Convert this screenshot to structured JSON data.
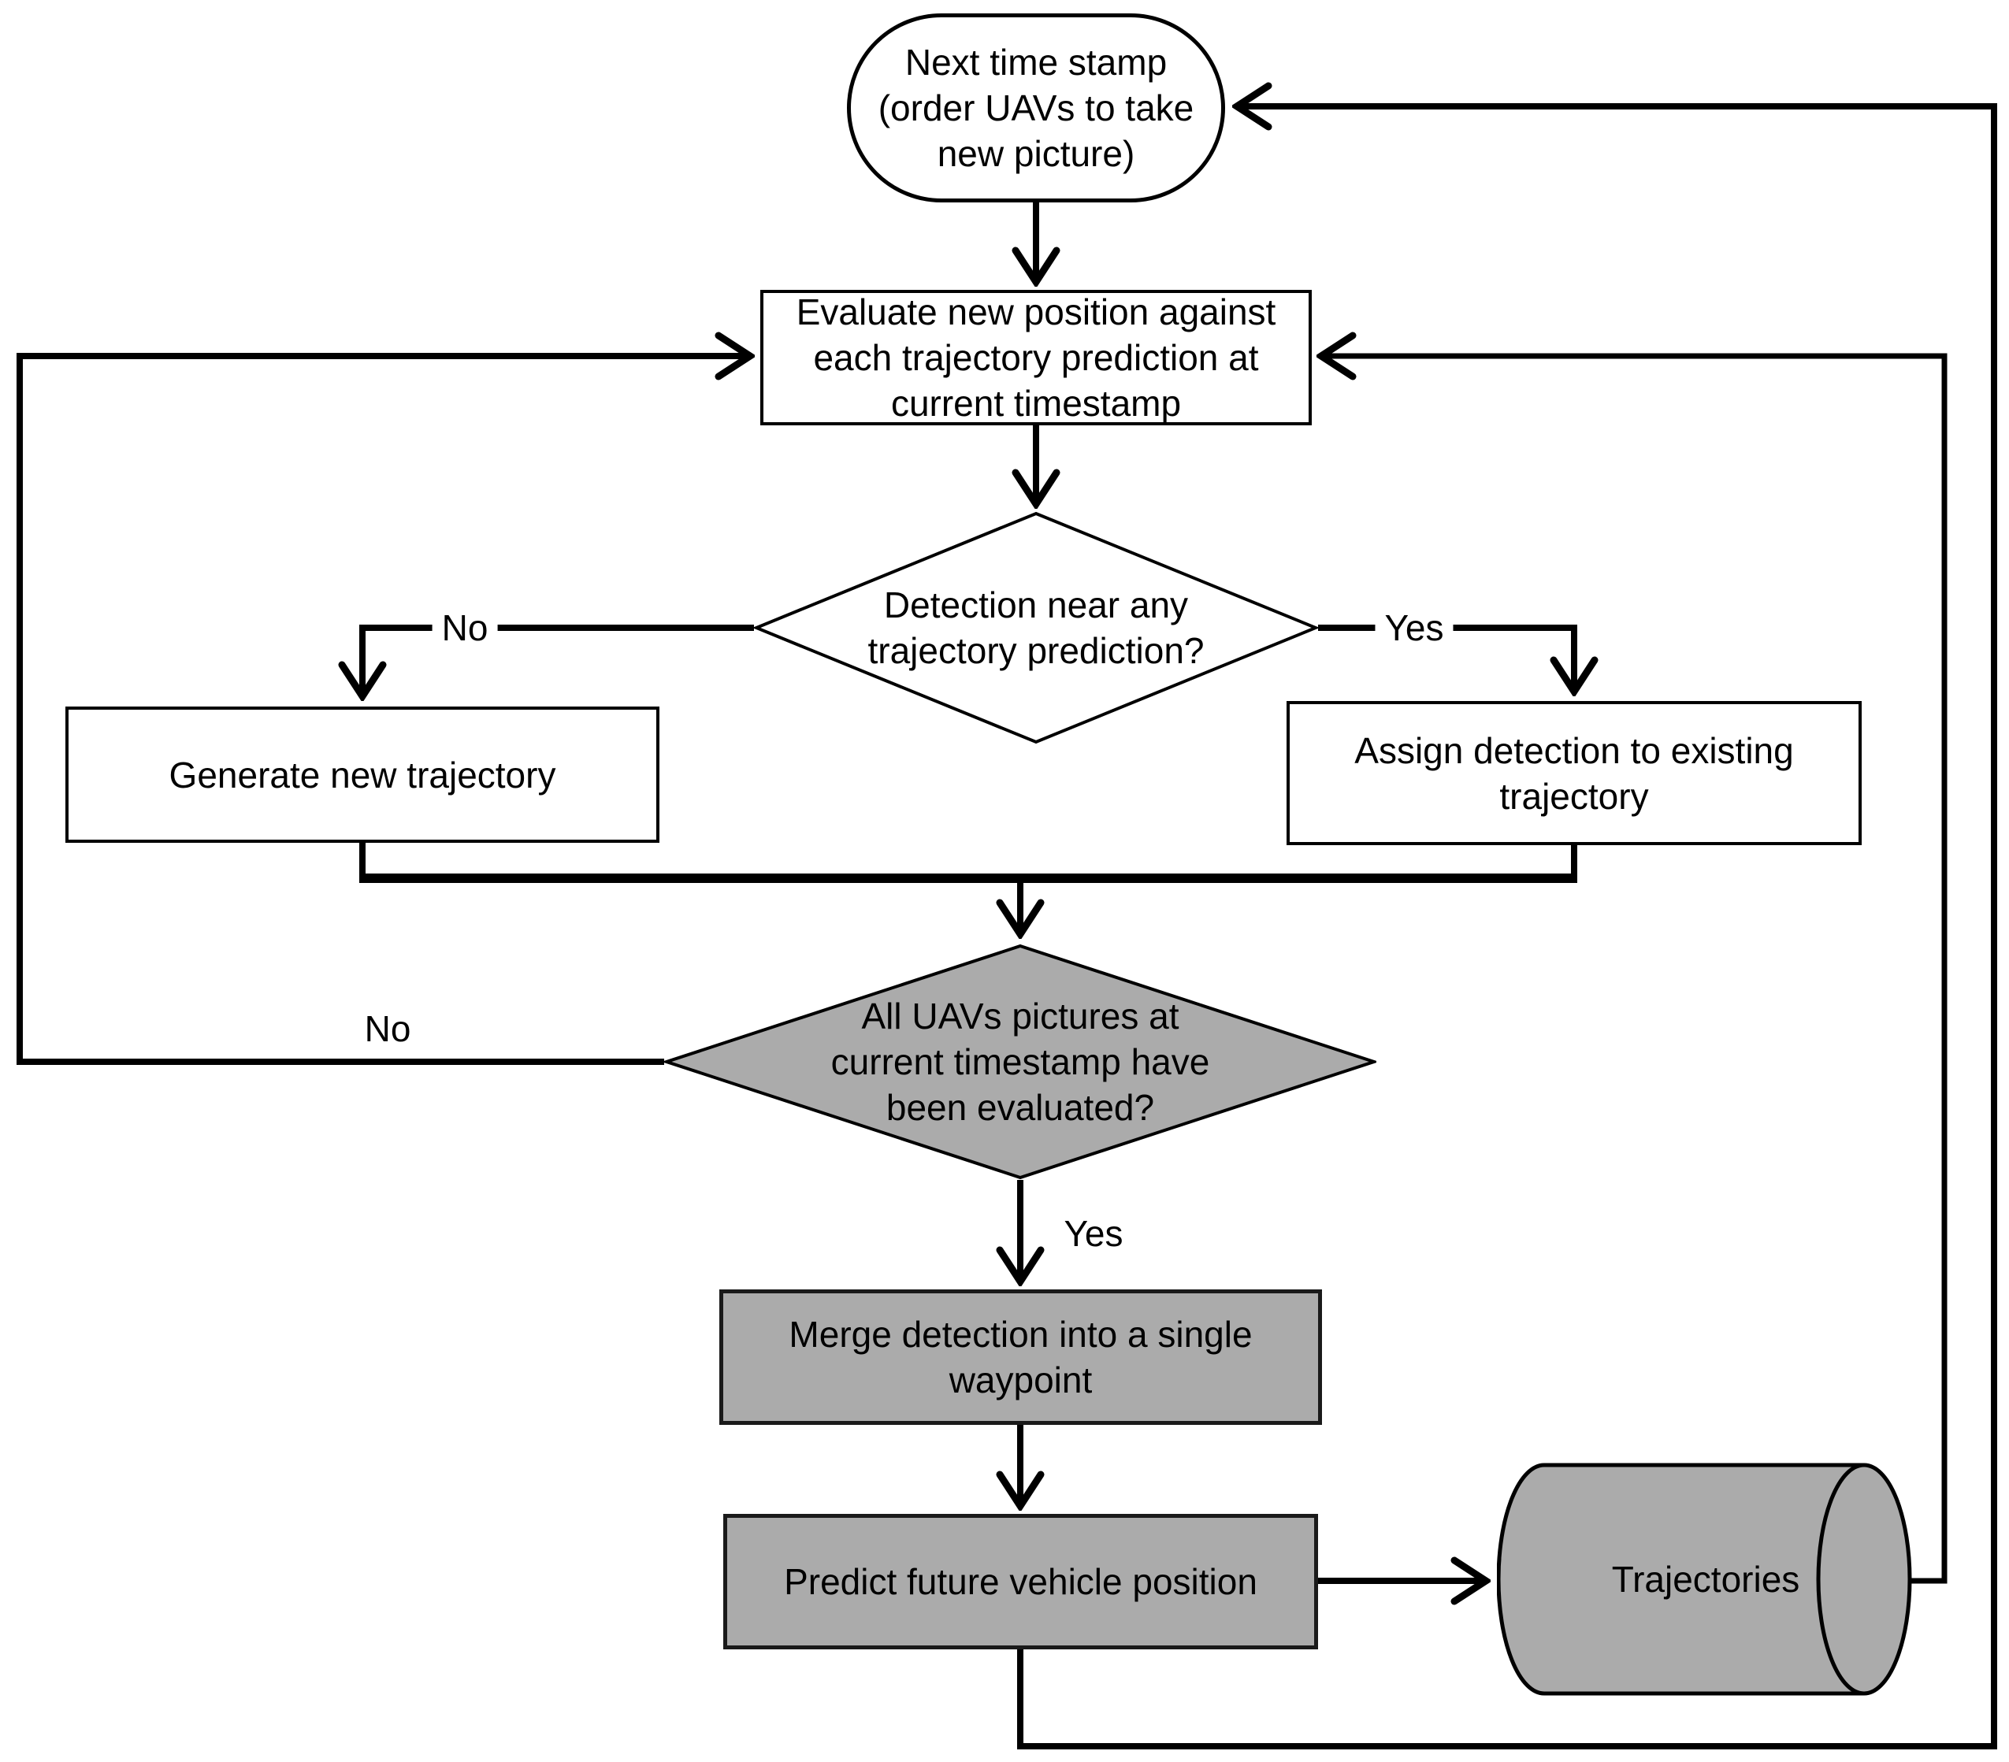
{
  "diagram": {
    "colors": {
      "line": "#000000",
      "shaded_fill": "#ababab",
      "unshaded_fill": "#ffffff"
    },
    "nodes": {
      "next_timestamp": {
        "shape": "terminator",
        "lines": [
          "Next time stamp",
          "(order UAVs to take",
          "new picture)"
        ]
      },
      "evaluate": {
        "shape": "process",
        "lines": [
          "Evaluate new position against",
          "each trajectory prediction at",
          "current timestamp"
        ]
      },
      "detection_near": {
        "shape": "decision",
        "lines": [
          "Detection near any",
          "trajectory prediction?"
        ]
      },
      "generate": {
        "shape": "process",
        "lines": [
          "Generate new trajectory"
        ]
      },
      "assign": {
        "shape": "process",
        "lines": [
          "Assign detection to existing",
          "trajectory"
        ]
      },
      "all_evaluated": {
        "shape": "decision",
        "lines": [
          "All UAVs pictures at",
          "current timestamp have",
          "been evaluated?"
        ]
      },
      "merge": {
        "shape": "process",
        "lines": [
          "Merge detection into a single",
          "waypoint"
        ]
      },
      "predict": {
        "shape": "process",
        "lines": [
          "Predict future vehicle position"
        ]
      },
      "trajectories": {
        "shape": "datastore-cylinder",
        "lines": [
          "Trajectories"
        ]
      }
    },
    "edge_labels": {
      "detection_no": "No",
      "detection_yes": "Yes",
      "evaluated_no": "No",
      "evaluated_yes": "Yes"
    }
  }
}
